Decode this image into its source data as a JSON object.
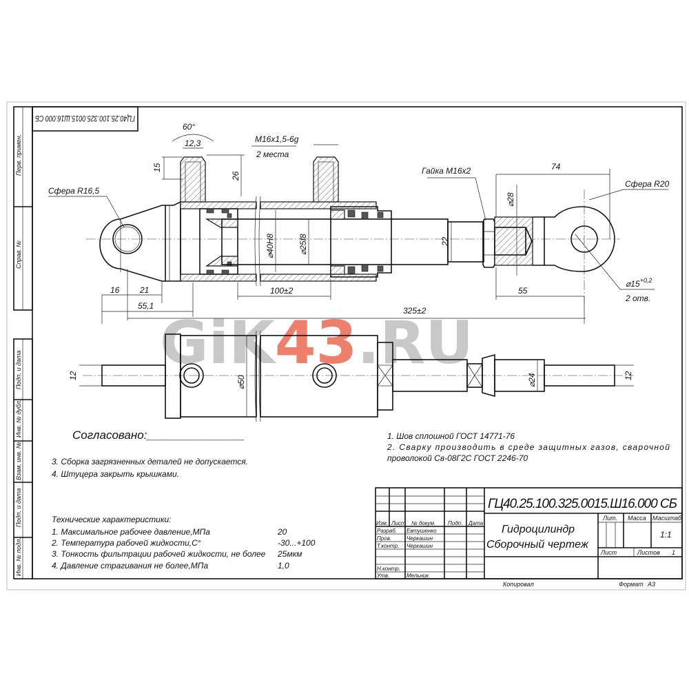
{
  "stamp_rotated": "ГЦ40.25.100.325.0015.Ш16.000 СБ",
  "side_strip": [
    "Перв. примен.",
    "Справ. №",
    "Подп. и дата",
    "Инв. № дубл.",
    "Взам. инв. №",
    "Подп. и дата",
    "Инв. № подл."
  ],
  "dimensions": {
    "angle": "60°",
    "nozzle_width": "12,3",
    "nozzle_depth": "15",
    "nozzle_height": "26",
    "thread": "М16х1,5-6g",
    "thread_count": "2 места",
    "sphere_left": "Сфера R16,5",
    "bore": "⌀40H8",
    "rod": "⌀25f8",
    "rod_flat": "22",
    "nut": "Гайка М16х2",
    "eye_len": "74",
    "eye_dia": "⌀28",
    "sphere_right": "Сфера R20",
    "hole": "⌀15",
    "hole_tol": "+0,2",
    "hole_count": "2 отв.",
    "d16": "16",
    "d21": "21",
    "d55_1": "55,1",
    "stroke": "100±2",
    "d55": "55",
    "total": "325±2",
    "bottom_left_12": "12",
    "body_dia": "⌀50",
    "rod_dia": "⌀24",
    "bottom_right_12": "12"
  },
  "watermark": {
    "part1": "GiK",
    "part2": "43",
    "part3": ".RU"
  },
  "agreed": "Согласовано:_______________",
  "notes_left": [
    "3. Сборка загрязненных деталей не допускается.",
    "4. Штуцера закрыть крышками."
  ],
  "notes_right": [
    "1. Шов сплошной ГОСТ 14771-76",
    "2. Сварку производить в среде защитных газов, сварочной",
    "проволокой Св-08Г2С ГОСТ 2246-70"
  ],
  "specs": {
    "title": "Технические характеристики:",
    "rows": [
      {
        "label": "1. Максимальное рабочее давление,МПа",
        "value": "20"
      },
      {
        "label": "2. Температура рабочей жидкости,С°",
        "value": "-30...+100"
      },
      {
        "label": "3. Тонкость фильтрации рабочей жидкости, не более",
        "value": "25мкм"
      },
      {
        "label": "4. Давление страгивания не более,МПа",
        "value": "1,0"
      }
    ]
  },
  "title_block": {
    "designation": "ГЦ40.25.100.325.0015.Ш16.000 СБ",
    "name_line1": "Гидроцилиндр",
    "name_line2": "Сборочный чертеж",
    "headers": [
      "Изм.",
      "Лист",
      "№ докум.",
      "Подп.",
      "Дата"
    ],
    "roles": [
      {
        "role": "Разраб.",
        "name": "Евтушенко"
      },
      {
        "role": "Пров.",
        "name": "Черкашин"
      },
      {
        "role": "Т.контр.",
        "name": "Черкашин"
      },
      {
        "role": "Н.контр.",
        "name": ""
      },
      {
        "role": "Утв.",
        "name": "Мельник"
      }
    ],
    "lit": "Лит.",
    "mass": "Масса",
    "scale_label": "Масштаб",
    "scale": "1:1",
    "sheet": "Лист",
    "sheets": "Листов",
    "sheets_count": "1",
    "copied": "Копировал",
    "format_label": "Формат",
    "format": "А3"
  }
}
